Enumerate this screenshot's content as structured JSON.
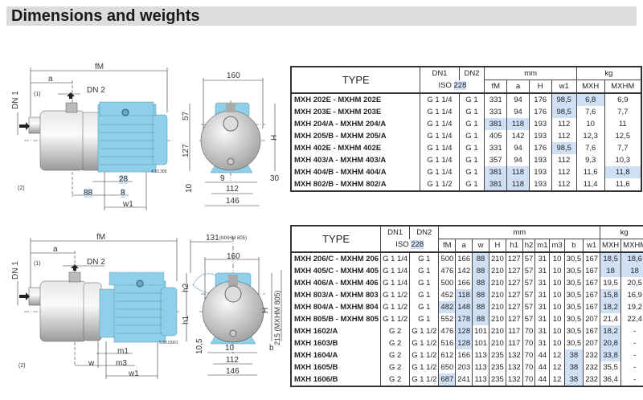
{
  "title": "Dimensions and weights",
  "colors": {
    "pump_blue": "#8fcfe8",
    "steel": "#c8c8c8",
    "highlight": "#cfe0f5",
    "title_bg": "#dcdcdc"
  },
  "drawing1": {
    "labels": {
      "fM": "fM",
      "a": "a",
      "dn2": "DN 2",
      "dn1": "DN 1",
      "p1": "(1)",
      "p2": "(2)",
      "d28": "28",
      "d88": "88",
      "d8": "8",
      "w1": "w1",
      "code": "4.93.309",
      "d160": "160",
      "d57": "57",
      "d127": "127",
      "H": "H",
      "d9": "9",
      "d30": "30",
      "d10": "10",
      "d112": "112",
      "d146": "146"
    }
  },
  "drawing2": {
    "labels": {
      "fM": "fM",
      "a": "a",
      "dn2": "DN 2",
      "dn1": "DN 1",
      "p1": "(1)",
      "p2": "(2)",
      "m1": "m1",
      "w": "w",
      "m3": "m3",
      "w1": "w1",
      "code": "5.93.039/1",
      "d131": "131",
      "mxhm805": "(MXHM 805)",
      "d160": "160",
      "h2": "h2",
      "h1": "h1",
      "H": "H",
      "d215": "215 (MXHM 805)",
      "d105": "10,5",
      "d10": "10",
      "b": "b",
      "d112": "112",
      "d146": "146"
    }
  },
  "table1": {
    "header": {
      "type": "TYPE",
      "dn1": "DN1",
      "dn2": "DN2",
      "iso": "ISO",
      "iso_num": "228",
      "mm": "mm",
      "kg": "kg",
      "cols": [
        "fM",
        "a",
        "H",
        "w1",
        "MXH",
        "MXHM"
      ]
    },
    "rows": [
      {
        "cells": [
          "MXH 202E   -  MXHM 202E",
          "G 1 1/4",
          "G 1",
          "331",
          "94",
          "176",
          "98,5",
          "6,8",
          "6,9"
        ],
        "hl": [
          6,
          7
        ]
      },
      {
        "cells": [
          "MXH 203E   -  MXHM 203E",
          "G 1 1/4",
          "G 1",
          "331",
          "94",
          "176",
          "98,5",
          "7,6",
          "7,7"
        ],
        "hl": [
          6
        ]
      },
      {
        "cells": [
          "MXH 204/A  -  MXHM 204/A",
          "G 1 1/4",
          "G 1",
          "381",
          "118",
          "193",
          "112",
          "10",
          "11"
        ],
        "hl": [
          3,
          4
        ]
      },
      {
        "cells": [
          "MXH 205/B  -  MXHM 205/A",
          "G 1 1/4",
          "G 1",
          "405",
          "142",
          "193",
          "112",
          "12,3",
          "12,5"
        ],
        "hl": []
      },
      {
        "cells": [
          "MXH 402E   -  MXHM 402E",
          "G 1 1/4",
          "G 1",
          "331",
          "94",
          "176",
          "98,5",
          "7,6",
          "7,7"
        ],
        "hl": [
          6
        ]
      },
      {
        "cells": [
          "MXH 403/A  -  MXHM 403/A",
          "G 1 1/4",
          "G 1",
          "357",
          "94",
          "193",
          "112",
          "9,3",
          "10,3"
        ],
        "hl": []
      },
      {
        "cells": [
          "MXH 404/B  -  MXHM 404/A",
          "G 1 1/4",
          "G 1",
          "381",
          "118",
          "193",
          "112",
          "11,6",
          "11,8"
        ],
        "hl": [
          3,
          4,
          8
        ]
      },
      {
        "cells": [
          "MXH 802/B  -  MXHM 802/A",
          "G 1 1/2",
          "G 1",
          "381",
          "118",
          "193",
          "112",
          "11,4",
          "11,6"
        ],
        "hl": [
          3,
          4
        ]
      }
    ]
  },
  "table2": {
    "header": {
      "type": "TYPE",
      "dn1": "DN1",
      "dn2": "DN2",
      "iso": "ISO",
      "iso_num": "228",
      "mm": "mm",
      "kg": "kg",
      "cols": [
        "fM",
        "a",
        "w",
        "H",
        "h1",
        "h2",
        "m1",
        "m3",
        "b",
        "w1",
        "MXH",
        "MXHM"
      ]
    },
    "rows": [
      {
        "cells": [
          "MXH 206/C - MXHM 206",
          "G 1 1/4",
          "G 1",
          "500",
          "166",
          "88",
          "210",
          "127",
          "57",
          "31",
          "10",
          "30,5",
          "167",
          "18,5",
          "18,6"
        ],
        "hl": [
          5,
          13,
          14
        ]
      },
      {
        "cells": [
          "MXH 405/C - MXHM 405",
          "G 1 1/4",
          "G 1",
          "476",
          "142",
          "88",
          "210",
          "127",
          "57",
          "31",
          "10",
          "30,5",
          "167",
          "18",
          "18"
        ],
        "hl": [
          5,
          13,
          14
        ]
      },
      {
        "cells": [
          "MXH 406/A - MXHM 406",
          "G 1 1/4",
          "G 1",
          "500",
          "166",
          "88",
          "210",
          "127",
          "57",
          "31",
          "10",
          "30,5",
          "167",
          "19,5",
          "20,5"
        ],
        "hl": [
          5
        ]
      },
      {
        "cells": [
          "MXH 803/A - MXHM 803",
          "G 1 1/2",
          "G 1",
          "452",
          "118",
          "88",
          "210",
          "127",
          "57",
          "31",
          "10",
          "30,5",
          "167",
          "15,8",
          "16,9"
        ],
        "hl": [
          4,
          5,
          13
        ]
      },
      {
        "cells": [
          "MXH 804/A - MXHM 804",
          "G 1 1/2",
          "G 1",
          "482",
          "148",
          "88",
          "210",
          "127",
          "57",
          "31",
          "10",
          "30,5",
          "167",
          "18,2",
          "19,2"
        ],
        "hl": [
          3,
          4,
          5,
          13
        ]
      },
      {
        "cells": [
          "MXH 805/B - MXHM 805",
          "G 1 1/2",
          "G 1",
          "552",
          "178",
          "88",
          "210",
          "127",
          "57",
          "31",
          "10",
          "30,5",
          "207",
          "21,4",
          "22,4"
        ],
        "hl": [
          4,
          5
        ]
      },
      {
        "cells": [
          "MXH 1602/A",
          "G 2",
          "G 1 1/2",
          "476",
          "128",
          "101",
          "210",
          "117",
          "70",
          "31",
          "10",
          "30,5",
          "167",
          "18,2",
          "-"
        ],
        "hl": [
          4,
          13
        ]
      },
      {
        "cells": [
          "MXH 1603/B",
          "G 2",
          "G 1 1/2",
          "516",
          "128",
          "101",
          "210",
          "117",
          "70",
          "31",
          "10",
          "30,5",
          "207",
          "20,8",
          "-"
        ],
        "hl": [
          4,
          13
        ]
      },
      {
        "cells": [
          "MXH 1604/A",
          "G 2",
          "G 1 1/2",
          "612",
          "166",
          "113",
          "235",
          "132",
          "70",
          "44",
          "12",
          "38",
          "232",
          "33,8",
          "-"
        ],
        "hl": [
          11,
          13
        ]
      },
      {
        "cells": [
          "MXH 1605/B",
          "G 2",
          "G 1 1/2",
          "650",
          "203",
          "113",
          "235",
          "132",
          "70",
          "44",
          "12",
          "38",
          "232",
          "35,5",
          "-"
        ],
        "hl": [
          11
        ]
      },
      {
        "cells": [
          "MXH 1606/B",
          "G 2",
          "G 1 1/2",
          "687",
          "241",
          "113",
          "235",
          "132",
          "70",
          "44",
          "12",
          "38",
          "232",
          "36,4",
          "-"
        ],
        "hl": [
          3,
          11
        ]
      }
    ]
  }
}
